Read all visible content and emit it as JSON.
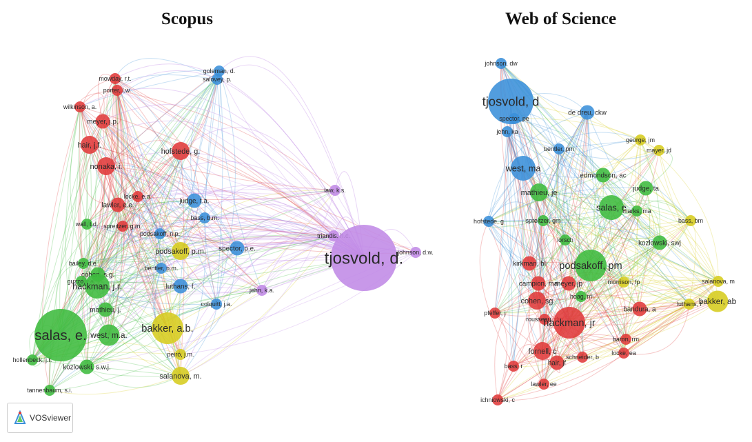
{
  "titles": {
    "left": "Scopus",
    "right": "Web of Science"
  },
  "logo": {
    "text": "VOSviewer",
    "icon": "vosviewer-logo-icon"
  },
  "colors": {
    "red": "#e03a3a",
    "green": "#3dbb3d",
    "blue": "#3a8fd9",
    "yellow": "#d6cc1e",
    "purple": "#c08ae6"
  },
  "scopus": {
    "nodes": [
      {
        "label": "goleman, d.",
        "cluster": "blue",
        "weight": 1
      },
      {
        "label": "salovey, p.",
        "cluster": "blue",
        "weight": 1
      },
      {
        "label": "mowday, r.t.",
        "cluster": "red",
        "weight": 1
      },
      {
        "label": "porter, l.w.",
        "cluster": "red",
        "weight": 1
      },
      {
        "label": "wilkinson, a.",
        "cluster": "red",
        "weight": 1
      },
      {
        "label": "meyer, j.p.",
        "cluster": "red",
        "weight": 1.5
      },
      {
        "label": "hair, j.f.",
        "cluster": "red",
        "weight": 2
      },
      {
        "label": "hofstede, g.",
        "cluster": "red",
        "weight": 2
      },
      {
        "label": "nonaka, i.",
        "cluster": "red",
        "weight": 2
      },
      {
        "label": "locke, e.a.",
        "cluster": "red",
        "weight": 1
      },
      {
        "label": "lawler, e.e.",
        "cluster": "red",
        "weight": 1.5
      },
      {
        "label": "judge, t.a.",
        "cluster": "blue",
        "weight": 1.5
      },
      {
        "label": "bass, b.m.",
        "cluster": "blue",
        "weight": 1
      },
      {
        "label": "law, k.s.",
        "cluster": "purple",
        "weight": 1
      },
      {
        "label": "wall, t.d.",
        "cluster": "green",
        "weight": 1
      },
      {
        "label": "spreitzer, g.m.",
        "cluster": "red",
        "weight": 1
      },
      {
        "label": "podsakoff, n.p.",
        "cluster": "blue",
        "weight": 1
      },
      {
        "label": "triandis, h.c.",
        "cluster": "purple",
        "weight": 1
      },
      {
        "label": "tjosvold, d.",
        "cluster": "purple",
        "weight": 9
      },
      {
        "label": "johnson, d.w.",
        "cluster": "purple",
        "weight": 1
      },
      {
        "label": "spector, p.e.",
        "cluster": "blue",
        "weight": 1.5
      },
      {
        "label": "podsakoff, p.m.",
        "cluster": "yellow",
        "weight": 2
      },
      {
        "label": "cohen, s.g.",
        "cluster": "green",
        "weight": 1.5
      },
      {
        "label": "bailey, d.e.",
        "cluster": "green",
        "weight": 1
      },
      {
        "label": "bentler, p.m.",
        "cluster": "blue",
        "weight": 1
      },
      {
        "label": "guzzo, r.a.",
        "cluster": "green",
        "weight": 1
      },
      {
        "label": "hackman, j.r.",
        "cluster": "green",
        "weight": 3
      },
      {
        "label": "luthans, f.",
        "cluster": "blue",
        "weight": 1.5
      },
      {
        "label": "colquitt, j.a.",
        "cluster": "blue",
        "weight": 1
      },
      {
        "label": "jehn, k.a.",
        "cluster": "purple",
        "weight": 1
      },
      {
        "label": "mathieu, j.",
        "cluster": "green",
        "weight": 1.5
      },
      {
        "label": "bakker, a.b.",
        "cluster": "yellow",
        "weight": 4
      },
      {
        "label": "salas, e.",
        "cluster": "green",
        "weight": 7
      },
      {
        "label": "west, m.a.",
        "cluster": "green",
        "weight": 2.5
      },
      {
        "label": "peiró, j.m.",
        "cluster": "yellow",
        "weight": 1
      },
      {
        "label": "hollenbeck, j.r.",
        "cluster": "green",
        "weight": 1
      },
      {
        "label": "kozlowski, s.w.j.",
        "cluster": "green",
        "weight": 1.5
      },
      {
        "label": "salanova, m.",
        "cluster": "yellow",
        "weight": 2
      },
      {
        "label": "tannenbaum, s.i.",
        "cluster": "green",
        "weight": 1
      }
    ]
  },
  "wos": {
    "nodes": [
      {
        "label": "johnson, dw",
        "cluster": "blue",
        "weight": 1
      },
      {
        "label": "tjosvold, d",
        "cluster": "blue",
        "weight": 6
      },
      {
        "label": "de dreu, ckw",
        "cluster": "blue",
        "weight": 1.5
      },
      {
        "label": "spector, pe",
        "cluster": "blue",
        "weight": 1
      },
      {
        "label": "jehn, ka",
        "cluster": "blue",
        "weight": 1
      },
      {
        "label": "george, jm",
        "cluster": "yellow",
        "weight": 1
      },
      {
        "label": "mayer, jd",
        "cluster": "yellow",
        "weight": 1
      },
      {
        "label": "bentler, pm",
        "cluster": "blue",
        "weight": 1
      },
      {
        "label": "west, ma",
        "cluster": "blue",
        "weight": 3
      },
      {
        "label": "edmondson, ac",
        "cluster": "green",
        "weight": 1.5
      },
      {
        "label": "judge, ta",
        "cluster": "green",
        "weight": 1.5
      },
      {
        "label": "mathieu, je",
        "cluster": "green",
        "weight": 2
      },
      {
        "label": "salas, e",
        "cluster": "green",
        "weight": 3
      },
      {
        "label": "marks, ma",
        "cluster": "green",
        "weight": 1
      },
      {
        "label": "bass, bm",
        "cluster": "yellow",
        "weight": 1
      },
      {
        "label": "hofstede, g",
        "cluster": "blue",
        "weight": 1
      },
      {
        "label": "spreitzer, gm",
        "cluster": "green",
        "weight": 1
      },
      {
        "label": "kozlowski, swj",
        "cluster": "green",
        "weight": 1.5
      },
      {
        "label": "lorsch",
        "cluster": "green",
        "weight": 1
      },
      {
        "label": "kirkman, bl",
        "cluster": "red",
        "weight": 1.5
      },
      {
        "label": "podsakoff, pm",
        "cluster": "green",
        "weight": 4
      },
      {
        "label": "salanova, m",
        "cluster": "yellow",
        "weight": 1
      },
      {
        "label": "campion, ma",
        "cluster": "red",
        "weight": 1.5
      },
      {
        "label": "meyer, jp",
        "cluster": "red",
        "weight": 1.5
      },
      {
        "label": "morrison, fp",
        "cluster": "yellow",
        "weight": 1
      },
      {
        "label": "hoag, m",
        "cluster": "green",
        "weight": 1
      },
      {
        "label": "luthans, f",
        "cluster": "yellow",
        "weight": 1
      },
      {
        "label": "bakker, ab",
        "cluster": "yellow",
        "weight": 2.5
      },
      {
        "label": "cohen, sg",
        "cluster": "red",
        "weight": 2
      },
      {
        "label": "bandura, a",
        "cluster": "red",
        "weight": 1.5
      },
      {
        "label": "pfeffer, j",
        "cluster": "red",
        "weight": 1
      },
      {
        "label": "rousseau, dm",
        "cluster": "red",
        "weight": 1
      },
      {
        "label": "hackman, jr",
        "cluster": "red",
        "weight": 4
      },
      {
        "label": "baron, rm",
        "cluster": "red",
        "weight": 1
      },
      {
        "label": "fornell, c",
        "cluster": "red",
        "weight": 2
      },
      {
        "label": "schneider, b",
        "cluster": "red",
        "weight": 1
      },
      {
        "label": "locke, ea",
        "cluster": "red",
        "weight": 1
      },
      {
        "label": "hair, jf",
        "cluster": "red",
        "weight": 1.5
      },
      {
        "label": "bass, r",
        "cluster": "red",
        "weight": 1
      },
      {
        "label": "lawler, ee",
        "cluster": "red",
        "weight": 1
      },
      {
        "label": "ichniowski, c",
        "cluster": "red",
        "weight": 1
      }
    ]
  }
}
